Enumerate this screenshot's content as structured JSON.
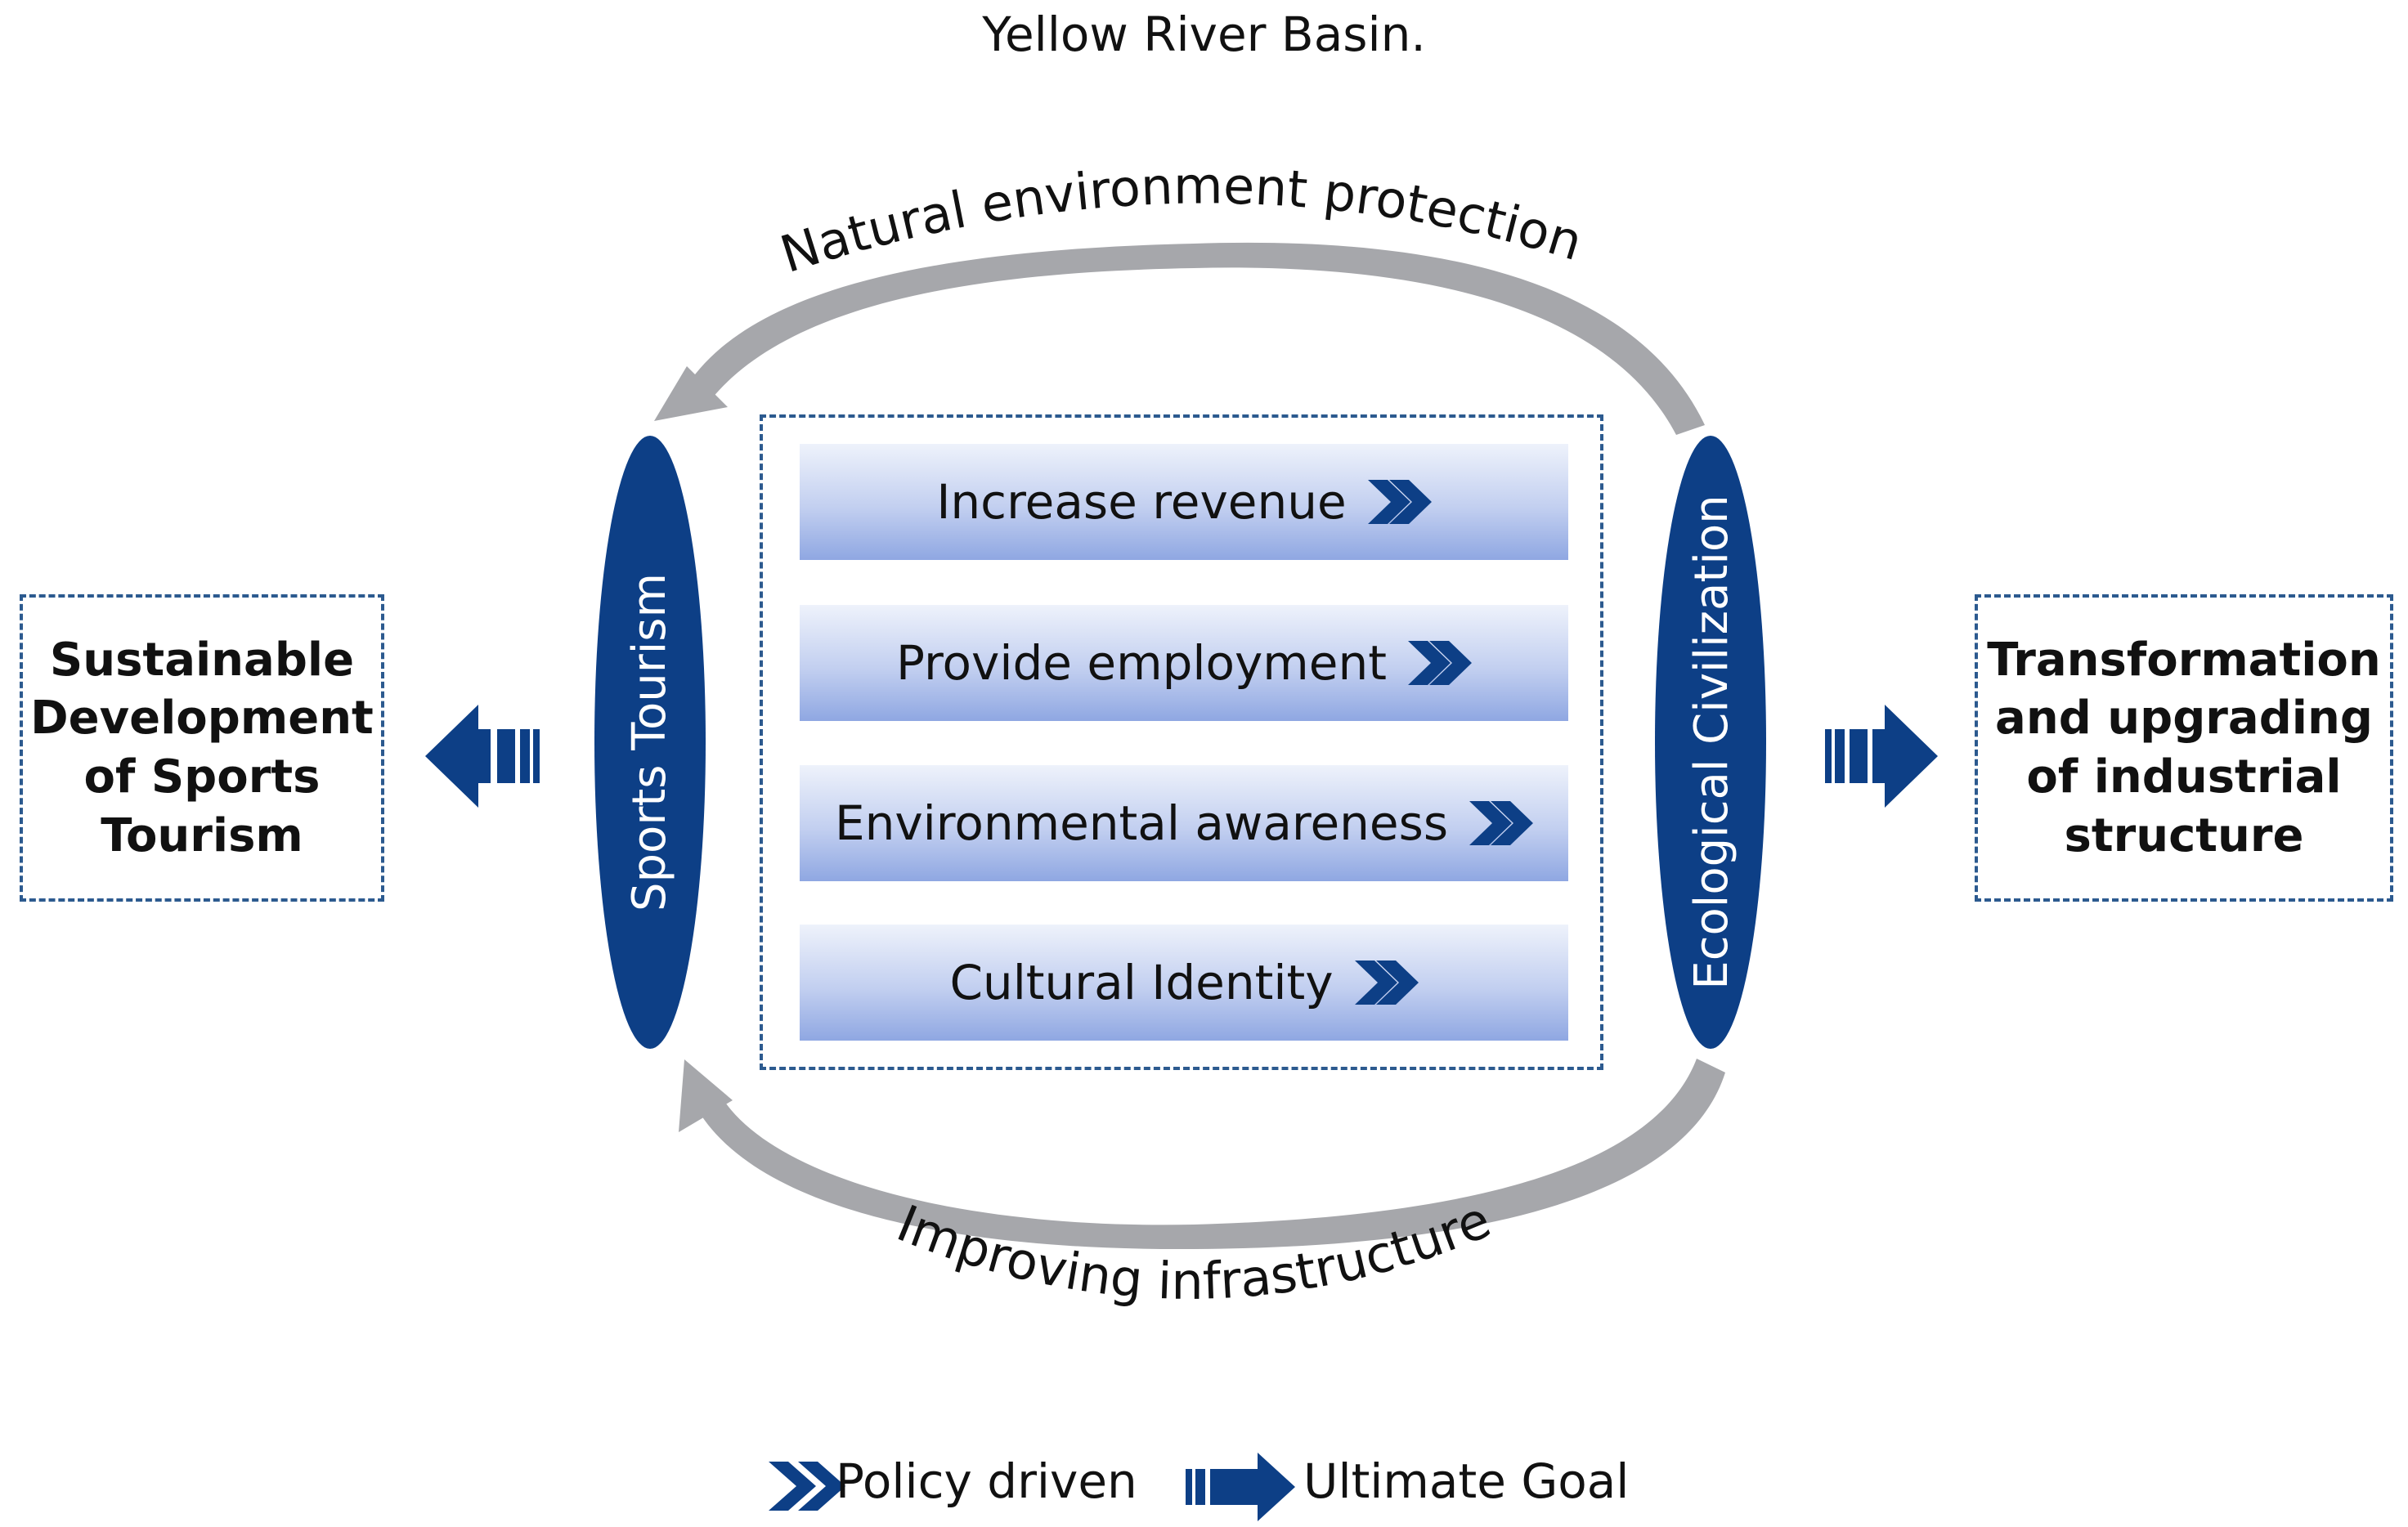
{
  "title": "Yellow River Basin.",
  "colors": {
    "navy": "#0d3f86",
    "gray_arrow": "#a6a7ab",
    "frame": "#2c5a8f"
  },
  "left_box": {
    "lines": [
      "Sustainable",
      "Development",
      "of Sports",
      "Tourism"
    ]
  },
  "right_box": {
    "lines": [
      "Transformation",
      "and upgrading",
      "of industrial",
      "structure"
    ]
  },
  "left_ellipse": {
    "label": "Sports Tourism"
  },
  "right_ellipse": {
    "label": "Ecological Civilization"
  },
  "top_arc": {
    "label": "Natural environment protection"
  },
  "bottom_arc": {
    "label": "Improving infrastructure"
  },
  "bars": [
    {
      "label": "Increase revenue",
      "icon": "double-chevron-icon"
    },
    {
      "label": "Provide employment",
      "icon": "double-chevron-icon"
    },
    {
      "label": "Environmental awareness",
      "icon": "double-chevron-icon"
    },
    {
      "label": "Cultural Identity",
      "icon": "double-chevron-icon"
    }
  ],
  "legend": [
    {
      "icon": "double-chevron-icon",
      "label": "Policy driven"
    },
    {
      "icon": "goal-arrow-icon",
      "label": "Ultimate Goal"
    }
  ]
}
